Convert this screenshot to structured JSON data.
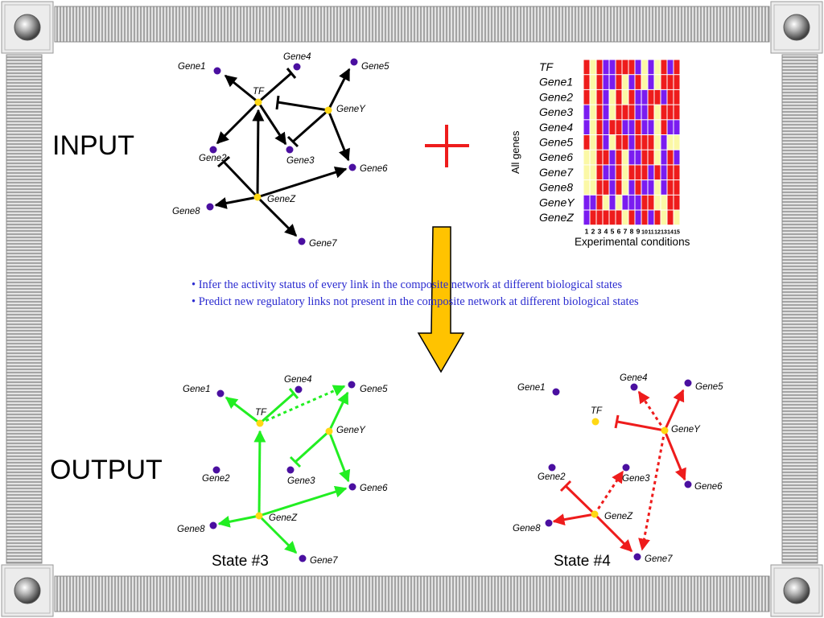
{
  "input_label": "INPUT",
  "output_label": "OUTPUT",
  "bullets": [
    "• Infer the activity status of every link in the composite network at different biological states",
    "• Predict new regulatory links not present in the composite network at different biological states"
  ],
  "states": [
    "State #3",
    "State #4"
  ],
  "node_labels": {
    "tf": "TF",
    "gene1": "Gene1",
    "gene2": "Gene2",
    "gene3": "Gene3",
    "gene4": "Gene4",
    "gene5": "Gene5",
    "gene6": "Gene6",
    "gene7": "Gene7",
    "gene8": "Gene8",
    "geney": "GeneY",
    "genez": "GeneZ"
  },
  "heatmap": {
    "rows": [
      "TF",
      "Gene1",
      "Gene2",
      "Gene3",
      "Gene4",
      "Gene5",
      "Gene6",
      "Gene7",
      "Gene8",
      "GeneY",
      "GeneZ"
    ],
    "columns": [
      "1",
      "2",
      "3",
      "4",
      "5",
      "6",
      "7",
      "8",
      "9",
      "10",
      "11",
      "12",
      "13",
      "14",
      "15"
    ],
    "ylabel": "All genes",
    "xlabel": "Experimental conditions",
    "legend_colors": {
      "R": "#ee1c1c",
      "B": "#7a1cf0",
      "Y": "#fbf8a6"
    },
    "cells": [
      "RYRBBRRRBYBYRBR",
      "RYRBBRYBRYBYRRR",
      "RYRBYRYRBBRRBRR",
      "BYRBYRRRBBRYRRR",
      "BYRBRRBBRBBYRBB",
      "RYRBYRRBRRRYBYY",
      "YYRRBRYBBRRYBRB",
      "YYRBBRYRRRBRBRR",
      "YYRRBRYBRBBYBRR",
      "BBRYBYBBBRRYYRR",
      "BRRRRRYRBRBRYRY"
    ]
  },
  "colors": {
    "active": "#22ee22",
    "inactive": "#ee1c1c",
    "node_gene": "#4a0fa0",
    "node_tf": "#ffd814",
    "arrow_fill": "#ffc300"
  }
}
